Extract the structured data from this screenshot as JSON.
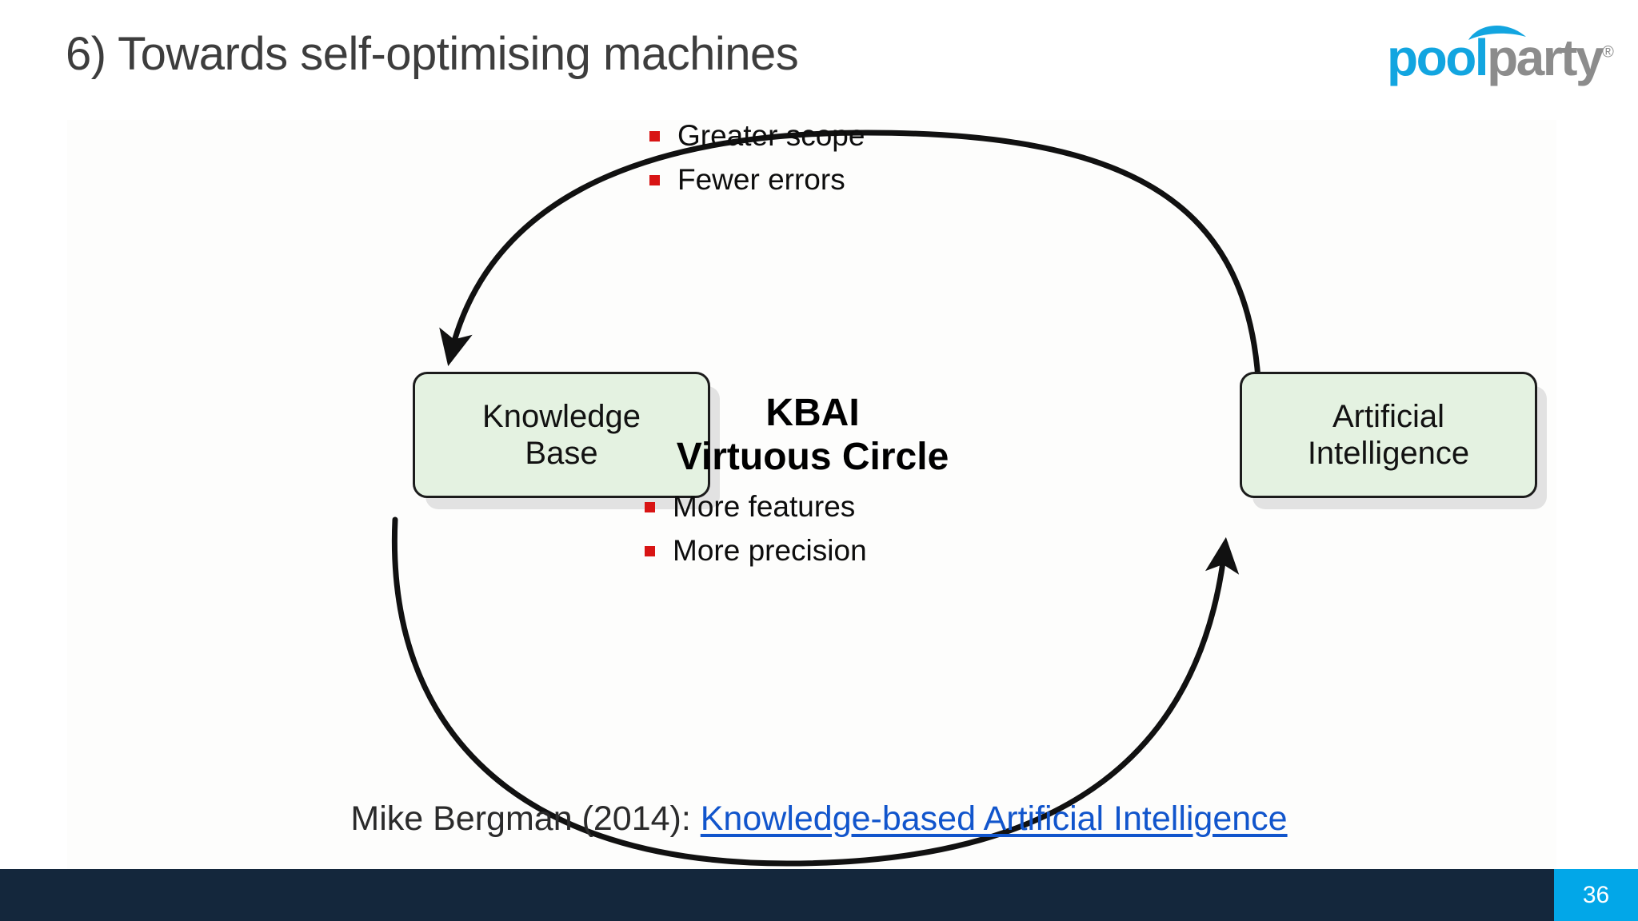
{
  "slide": {
    "title": "6) Towards self-optimising machines",
    "number": "36",
    "accent_color": "#12A5E0",
    "footer_color": "#14273C",
    "slide_number_color": "#02A7E8"
  },
  "logo": {
    "name": "poolparty-logo",
    "word_primary": "pool",
    "word_secondary": "party",
    "registered_mark": "®",
    "primary_color": "#12A5E0",
    "secondary_color": "#8C8C8C",
    "umbrella_icon": "umbrella-icon"
  },
  "diagram": {
    "center": {
      "line1": "KBAI",
      "line2": "Virtuous Circle"
    },
    "boxes": [
      {
        "id": "knowledge-base",
        "line1": "Knowledge",
        "line2": "Base",
        "fill": "#e4f2e1",
        "border": "#1c1c1c"
      },
      {
        "id": "artificial-intelligence",
        "line1": "Artificial",
        "line2": "Intelligence",
        "fill": "#e4f2e1",
        "border": "#1c1c1c"
      }
    ],
    "bullet_color": "#D81414",
    "bullets_top": [
      "Greater scope",
      "Fewer errors"
    ],
    "bullets_bottom": [
      "More features",
      "More precision"
    ],
    "arrows": [
      {
        "id": "ai-to-kb",
        "from": "artificial-intelligence",
        "to": "knowledge-base",
        "direction": "clockwise-top"
      },
      {
        "id": "kb-to-ai",
        "from": "knowledge-base",
        "to": "artificial-intelligence",
        "direction": "clockwise-bottom"
      }
    ]
  },
  "source": {
    "prefix": "Mike Bergman (2014): ",
    "link_text": "Knowledge-based Artificial Intelligence",
    "link_color": "#1155CC"
  }
}
